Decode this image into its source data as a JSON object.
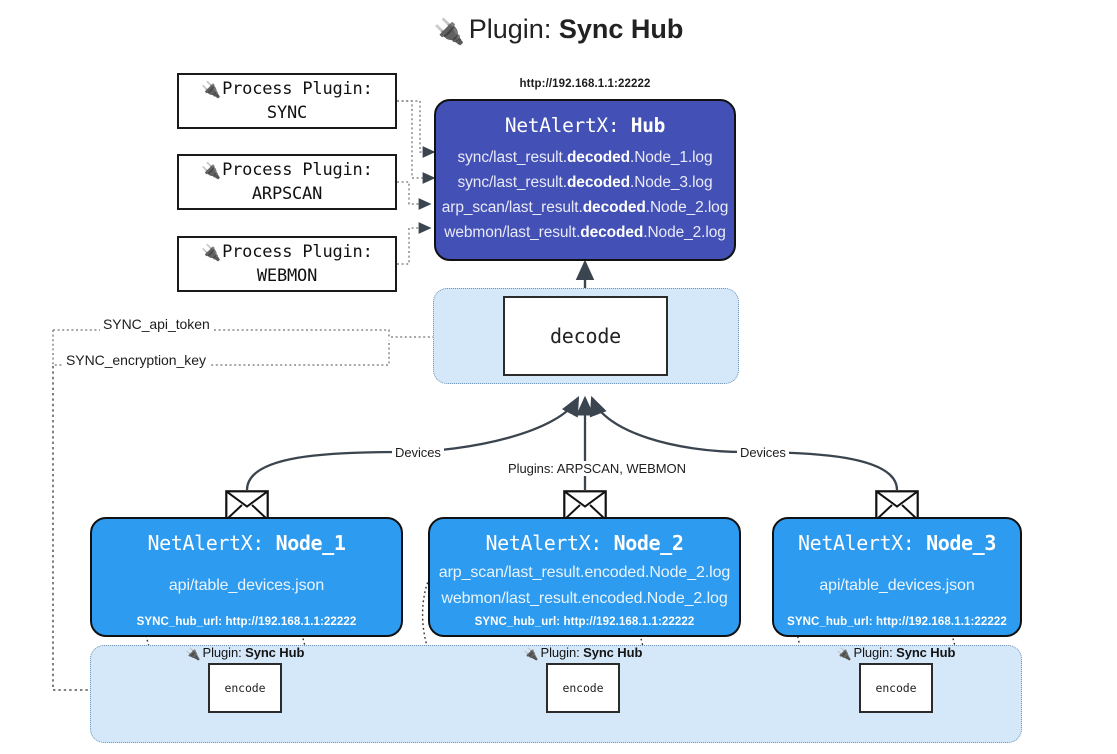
{
  "title": {
    "icon": "electric-plug-icon",
    "prefix": "Plugin:",
    "name": "Sync Hub"
  },
  "process_plugins": [
    {
      "line1": "Process Plugin:",
      "line2": "SYNC"
    },
    {
      "line1": "Process Plugin:",
      "line2": "ARPSCAN"
    },
    {
      "line1": "Process Plugin:",
      "line2": "WEBMON"
    }
  ],
  "hub": {
    "url": "http://192.168.1.1:22222",
    "header_prefix": "NetAlertX:",
    "header_name": "Hub",
    "logs": [
      {
        "pre": "sync/last_result.",
        "em": "decoded",
        "post": ".Node_1.log"
      },
      {
        "pre": "sync/last_result.",
        "em": "decoded",
        "post": ".Node_3.log"
      },
      {
        "pre": "arp_scan/last_result.",
        "em": "decoded",
        "post": ".Node_2.log"
      },
      {
        "pre": "webmon/last_result.",
        "em": "decoded",
        "post": ".Node_2.log"
      }
    ]
  },
  "decode": {
    "label": "decode"
  },
  "settings": {
    "api_token": "SYNC_api_token",
    "encryption_key": "SYNC_encryption_key"
  },
  "edge_labels": {
    "devices_left": "Devices",
    "devices_right": "Devices",
    "plugins_center": "Plugins: ARPSCAN, WEBMON"
  },
  "nodes": [
    {
      "header_prefix": "NetAlertX:",
      "header_name": "Node_1",
      "lines": [
        "api/table_devices.json"
      ],
      "hub_url_label": "SYNC_hub_url: http://192.168.1.1:22222",
      "plugin_caption_prefix": "Plugin:",
      "plugin_caption_name": "Sync Hub",
      "encode_label": "encode"
    },
    {
      "header_prefix": "NetAlertX:",
      "header_name": "Node_2",
      "lines": [
        "arp_scan/last_result.encoded.Node_2.log",
        "webmon/last_result.encoded.Node_2.log"
      ],
      "hub_url_label": "SYNC_hub_url: http://192.168.1.1:22222",
      "plugin_caption_prefix": "Plugin:",
      "plugin_caption_name": "Sync Hub",
      "encode_label": "encode"
    },
    {
      "header_prefix": "NetAlertX:",
      "header_name": "Node_3",
      "lines": [
        "api/table_devices.json"
      ],
      "hub_url_label": "SYNC_hub_url: http://192.168.1.1:22222",
      "plugin_caption_prefix": "Plugin:",
      "plugin_caption_name": "Sync Hub",
      "encode_label": "encode"
    }
  ],
  "colors": {
    "hub_fill": "#4350b5",
    "node_fill": "#2d9bf0",
    "container_fill": "#d4e8fa",
    "container_border": "#6f93b5",
    "stroke": "#3b454f"
  }
}
